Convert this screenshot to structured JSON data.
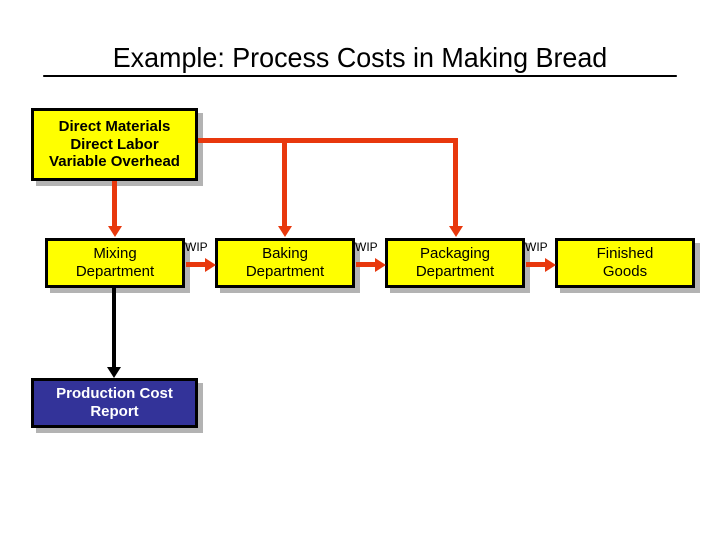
{
  "slide": {
    "title": "Example: Process Costs in Making Bread",
    "background_color": "#FFFFFF"
  },
  "colors": {
    "box_fill_yellow": "#FFFF00",
    "box_fill_navy": "#333399",
    "box_border": "#000000",
    "box_shadow": "#B3B3B3",
    "arrow_red": "#E8380D",
    "arrow_black": "#000000",
    "text_dark": "#000000",
    "text_light": "#FFFFFF"
  },
  "inputs_box": {
    "lines": [
      "Direct Materials",
      "Direct Labor",
      "Variable Overhead"
    ]
  },
  "departments": [
    {
      "line1": "Mixing",
      "line2": "Department"
    },
    {
      "line1": "Baking",
      "line2": "Department"
    },
    {
      "line1": "Packaging",
      "line2": "Department"
    },
    {
      "line1": "Finished",
      "line2": "Goods"
    }
  ],
  "transfer_labels": [
    {
      "label": "WIP"
    },
    {
      "label": "WIP"
    },
    {
      "label": "WIP"
    }
  ],
  "report_box": {
    "line1": "Production Cost",
    "line2": "Report"
  }
}
